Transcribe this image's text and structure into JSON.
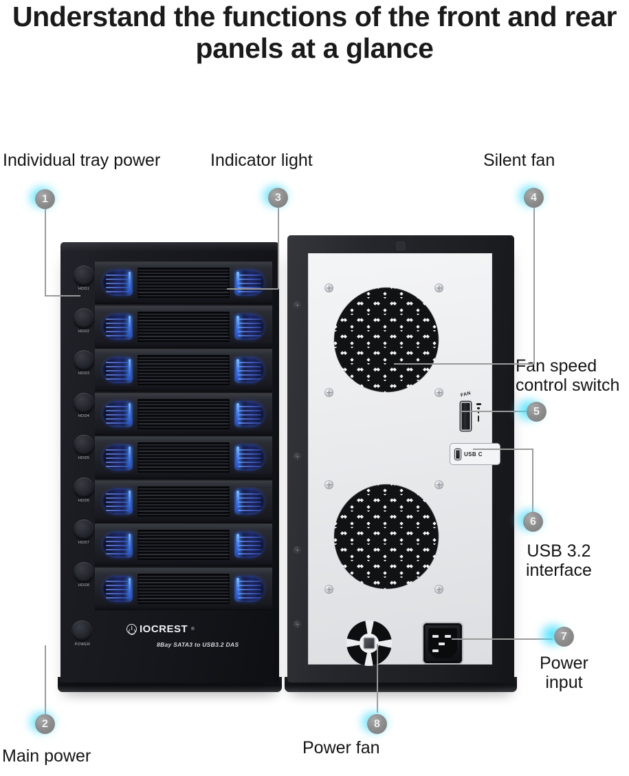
{
  "title": "Understand the functions of the front\nand rear panels at a glance",
  "callouts": [
    {
      "number": "1",
      "label": "Individual tray power"
    },
    {
      "number": "2",
      "label": "Main power"
    },
    {
      "number": "3",
      "label": "Indicator light"
    },
    {
      "number": "4",
      "label": "Silent fan"
    },
    {
      "number": "5",
      "label": "Fan speed\ncontrol switch"
    },
    {
      "number": "6",
      "label": "USB 3.2\ninterface"
    },
    {
      "number": "7",
      "label": "Power\ninput"
    },
    {
      "number": "8",
      "label": "Power fan"
    }
  ],
  "front_panel": {
    "bay_buttons": [
      "HDD1",
      "HDD2",
      "HDD3",
      "HDD4",
      "HDD5",
      "HDD6",
      "HDD7",
      "HDD8"
    ],
    "power_button_label": "POWER",
    "brand": "IOCREST",
    "brand_mark": "power-symbol",
    "registered_mark": "®",
    "model_text": "8Bay SATA3 to USB3.2 DAS",
    "bay_count": 8
  },
  "rear_panel": {
    "fan_switch_label": "FAN",
    "usb_port_label": "USB C",
    "fan_grille_count": 2,
    "power_fan": "power-fan-vent",
    "power_inlet": "iec-c14-socket"
  },
  "colors": {
    "badge": "#8d8d8d",
    "glow": "#22e1ff",
    "leader_line": "#9a9a9a",
    "text": "#141414",
    "tray_led_blue": "#3a7dff",
    "front_chassis": "#1b1c22",
    "rear_plate": "#e9eaec"
  }
}
